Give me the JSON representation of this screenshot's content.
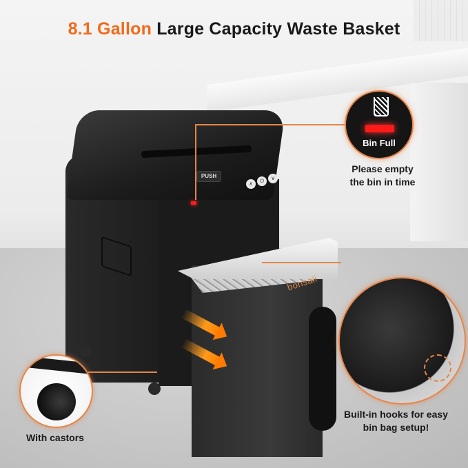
{
  "headline": {
    "accent_text": "8.1 Gallon",
    "main_text": "Large Capacity Waste Basket",
    "accent_color": "#f26a1b",
    "text_color": "#1a1a1a"
  },
  "product": {
    "brand": "bonsaii",
    "push_label": "PUSH",
    "controls": [
      "∧",
      "⏻",
      "∨"
    ],
    "indicator_color": "#ff1c1c"
  },
  "callouts": {
    "bin_full": {
      "icon": "shredded-bin-icon",
      "status_label": "Bin Full",
      "caption_line1": "Please empty",
      "caption_line2": "the bin in time"
    },
    "castors": {
      "icon": "caster-wheel-icon",
      "caption": "With castors"
    },
    "hooks": {
      "icon": "bin-bag-hook-icon",
      "caption_line1": "Built-in hooks for easy",
      "caption_line2": "bin bag setup!"
    },
    "accent_color": "#e5854a"
  }
}
